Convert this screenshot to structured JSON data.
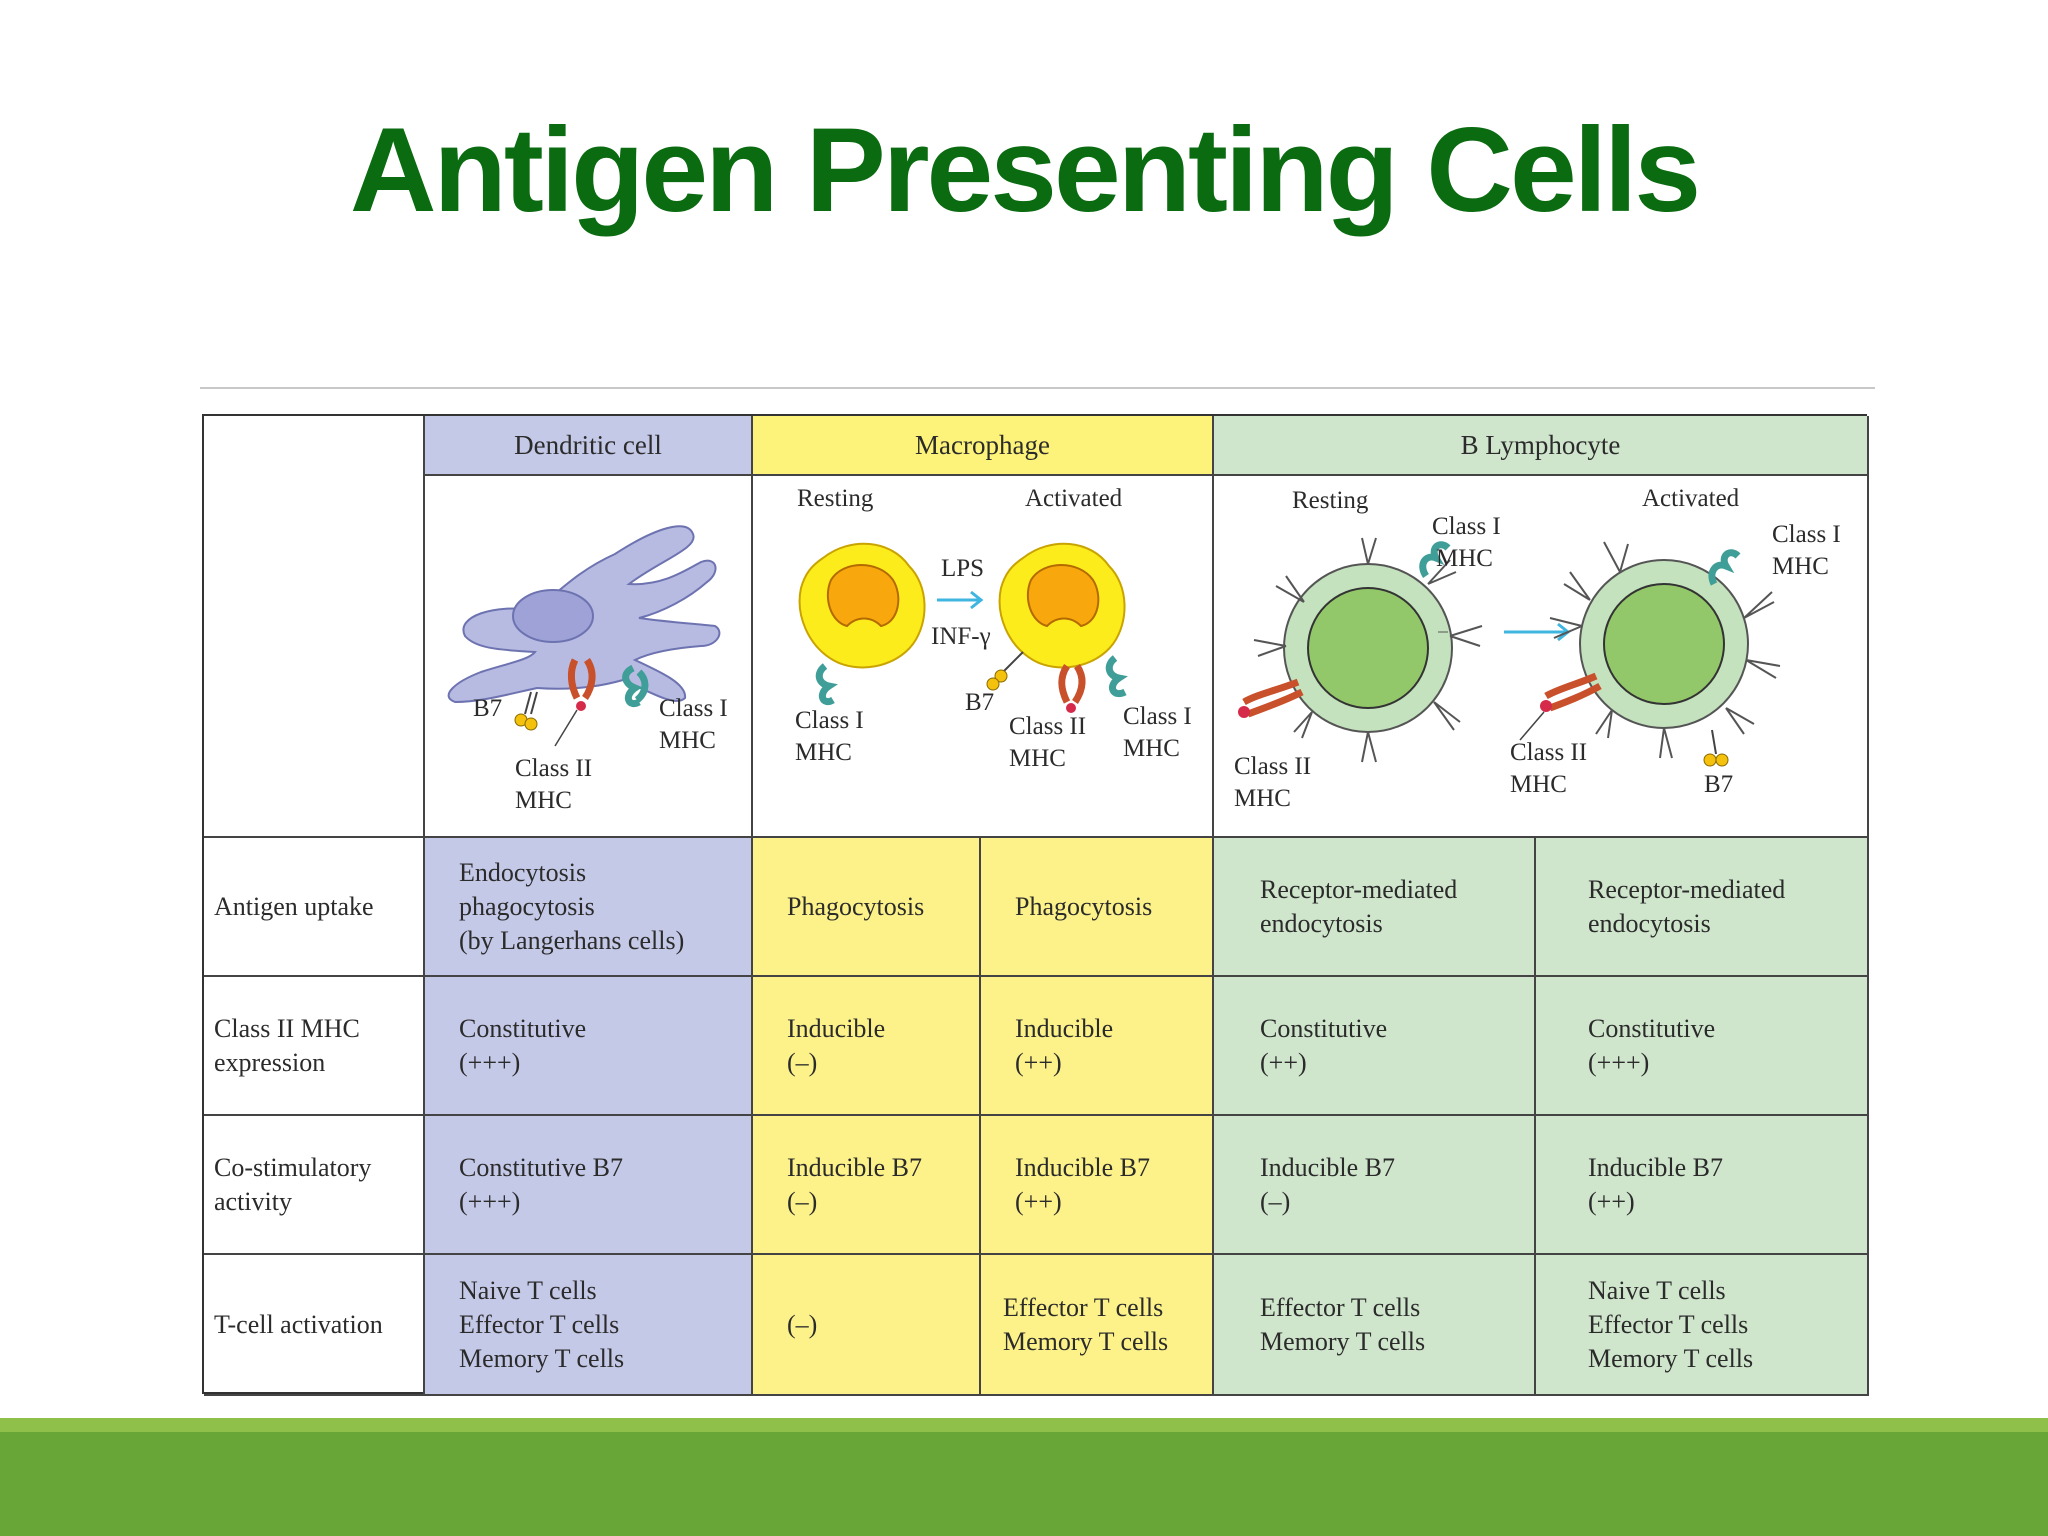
{
  "title": "Antigen Presenting Cells",
  "table": {
    "headers": {
      "dendritic": "Dendritic cell",
      "macrophage": "Macrophage",
      "b_lymphocyte": "B Lymphocyte"
    },
    "figure_labels": {
      "dc_b7": "B7",
      "dc_class1_a": "Class I",
      "dc_class1_b": "MHC",
      "dc_class2_a": "Class II",
      "dc_class2_b": "MHC",
      "mac_resting": "Resting",
      "mac_activated": "Activated",
      "mac_lps": "LPS",
      "mac_inf": "INF-γ",
      "mac_class1_rest_a": "Class I",
      "mac_class1_rest_b": "MHC",
      "mac_b7": "B7",
      "mac_class2_a": "Class II",
      "mac_class2_b": "MHC",
      "mac_class1_act_a": "Class I",
      "mac_class1_act_b": "MHC",
      "b_resting": "Resting",
      "b_activated": "Activated",
      "b_class1_rest_a": "Class I",
      "b_class1_rest_b": "MHC",
      "b_class2_rest_a": "Class II",
      "b_class2_rest_b": "MHC",
      "b_class1_act_a": "Class I",
      "b_class1_act_b": "MHC",
      "b_class2_act_a": "Class II",
      "b_class2_act_b": "MHC",
      "b_b7": "B7"
    },
    "rows": [
      {
        "label": "Antigen uptake",
        "dc": "Endocytosis\nphagocytosis\n(by Langerhans cells)",
        "mac_rest": "Phagocytosis",
        "mac_act": "Phagocytosis",
        "b_rest": "Receptor-mediated\nendocytosis",
        "b_act": "Receptor-mediated\nendocytosis"
      },
      {
        "label": "Class II MHC\nexpression",
        "dc": "Constitutive\n(+++)",
        "mac_rest": "Inducible\n(–)",
        "mac_act": "Inducible\n(++)",
        "b_rest": "Constitutive\n(++)",
        "b_act": "Constitutive\n(+++)"
      },
      {
        "label": "Co-stimulatory\nactivity",
        "dc": "Constitutive B7\n(+++)",
        "mac_rest": "Inducible B7\n(–)",
        "mac_act": "Inducible B7\n(++)",
        "b_rest": "Inducible B7\n(–)",
        "b_act": "Inducible B7\n(++)"
      },
      {
        "label": "T-cell activation",
        "dc": "Naive T cells\nEffector T cells\nMemory T cells",
        "mac_rest": "(–)",
        "mac_act": "Effector T cells\nMemory T cells",
        "b_rest": "Effector T cells\nMemory T cells",
        "b_act": "Naive T cells\nEffector T cells\nMemory T cells"
      }
    ]
  },
  "colors": {
    "title": "#0a6b10",
    "dendritic": "#c5c9e8",
    "macrophage": "#fdf28a",
    "b_lymphocyte": "#cfe6cc",
    "footer_bar": "#67a637"
  }
}
